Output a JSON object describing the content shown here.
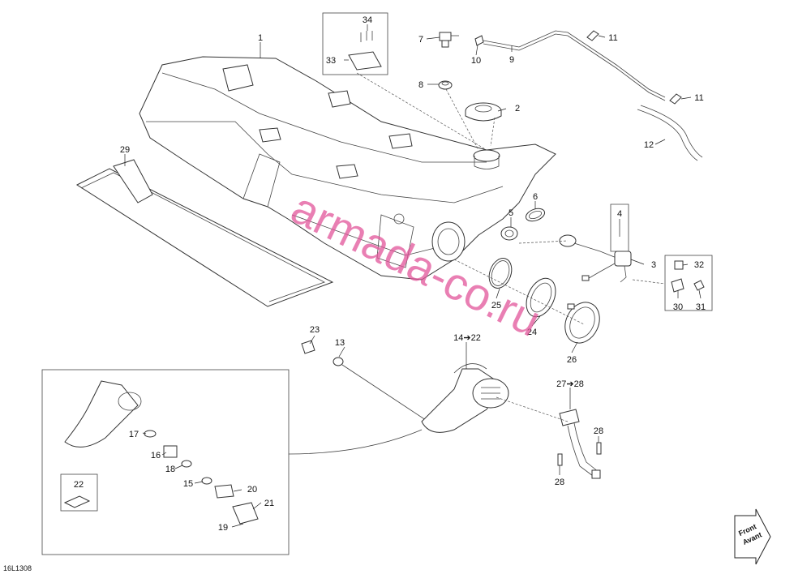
{
  "reference_code": "16L1308",
  "watermark": "armada-co.ru",
  "front_marker": {
    "line1": "Front",
    "line2": "Avant"
  },
  "callouts": [
    {
      "id": "c1",
      "text": "1"
    },
    {
      "id": "c2",
      "text": "2"
    },
    {
      "id": "c3",
      "text": "3"
    },
    {
      "id": "c4",
      "text": "4"
    },
    {
      "id": "c5",
      "text": "5"
    },
    {
      "id": "c6",
      "text": "6"
    },
    {
      "id": "c7",
      "text": "7"
    },
    {
      "id": "c8",
      "text": "8"
    },
    {
      "id": "c9",
      "text": "9"
    },
    {
      "id": "c10",
      "text": "10"
    },
    {
      "id": "c11a",
      "text": "11"
    },
    {
      "id": "c11b",
      "text": "11"
    },
    {
      "id": "c12",
      "text": "12"
    },
    {
      "id": "c13",
      "text": "13"
    },
    {
      "id": "c14",
      "text": "14➔22"
    },
    {
      "id": "c15",
      "text": "15"
    },
    {
      "id": "c16",
      "text": "16"
    },
    {
      "id": "c17",
      "text": "17"
    },
    {
      "id": "c18",
      "text": "18"
    },
    {
      "id": "c19",
      "text": "19"
    },
    {
      "id": "c20",
      "text": "20"
    },
    {
      "id": "c21",
      "text": "21"
    },
    {
      "id": "c22",
      "text": "22"
    },
    {
      "id": "c23",
      "text": "23"
    },
    {
      "id": "c24",
      "text": "24"
    },
    {
      "id": "c25",
      "text": "25"
    },
    {
      "id": "c26",
      "text": "26"
    },
    {
      "id": "c27",
      "text": "27➔28"
    },
    {
      "id": "c28a",
      "text": "28"
    },
    {
      "id": "c28b",
      "text": "28"
    },
    {
      "id": "c29",
      "text": "29"
    },
    {
      "id": "c30",
      "text": "30"
    },
    {
      "id": "c31",
      "text": "31"
    },
    {
      "id": "c32",
      "text": "32"
    },
    {
      "id": "c33",
      "text": "33"
    },
    {
      "id": "c34",
      "text": "34"
    }
  ]
}
